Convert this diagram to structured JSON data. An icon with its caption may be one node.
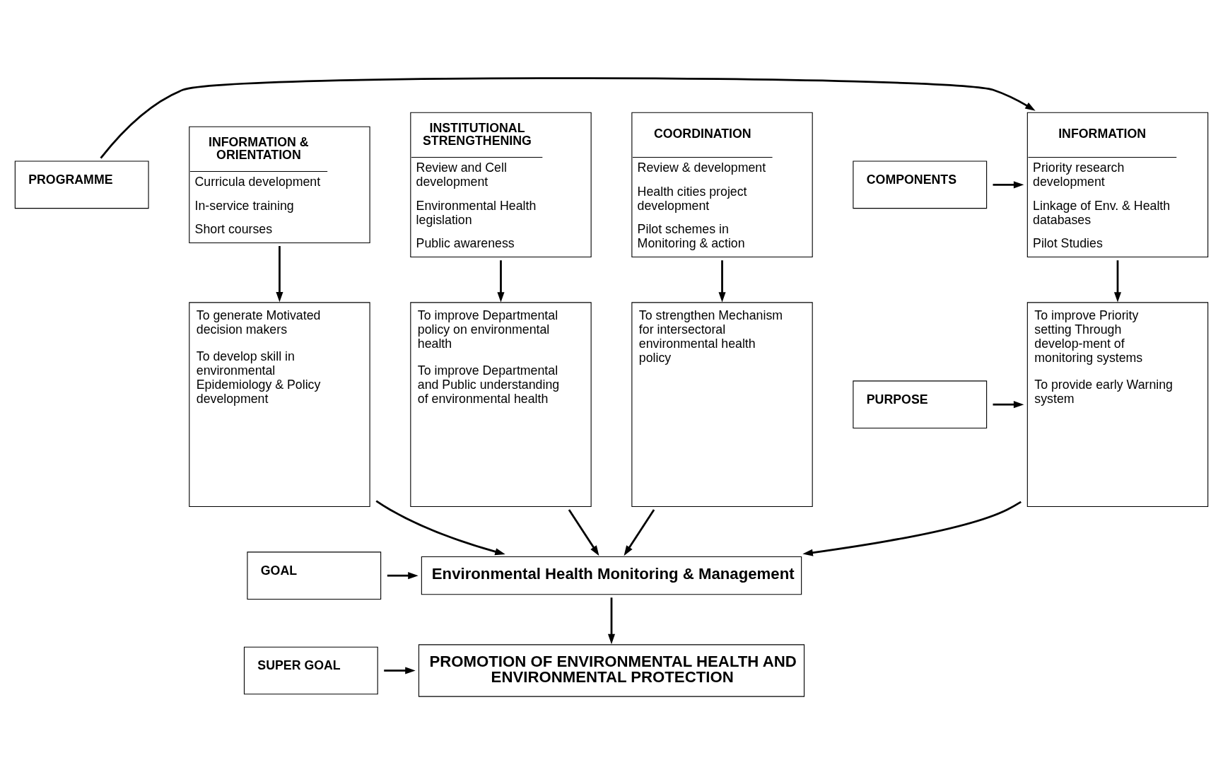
{
  "diagram": {
    "nodes": [
      {
        "text": [
          "PROGRAMME"
        ]
      },
      {
        "text": [
          "COMPONENTS"
        ]
      },
      {
        "text": [
          "PURPOSE"
        ]
      },
      {
        "text": [
          "GOAL"
        ]
      },
      {
        "text": [
          "SUPER GOAL"
        ]
      },
      {
        "text": [
          "INFORMATION",
          "Priority research development",
          "Linkage of Env. & Health databases",
          "Pilot Studies"
        ]
      },
      {
        "text": [
          "INFORMATION & ORIENTATION",
          "Curricula development",
          "In-service training",
          "Short courses"
        ]
      },
      {
        "text": [
          "INSTITUTIONAL STRENGTHENING",
          "Review and Cell development",
          "Environmental Health legislation",
          "Public awareness"
        ]
      },
      {
        "text": [
          "COORDINATION",
          "Review & development",
          "Health cities project development",
          "Pilot schemes in Monitoring & action"
        ]
      },
      {
        "text": [
          "To improve Priority setting Through develop-ment of monitoring systems",
          "To provide early Warning system"
        ]
      },
      {
        "text": [
          "To generate Motivated decision makers",
          "To develop skill in environmental Epidemiology & Policy development"
        ]
      },
      {
        "text": [
          "To improve Departmental policy on environmental health",
          "To improve Departmental and Public understanding of environmental health"
        ]
      },
      {
        "text": [
          "To strengthen Mechanism for intersectoral environmental health policy"
        ]
      },
      {
        "text": [
          "Environmental Health Monitoring & Management"
        ]
      },
      {
        "text": [
          "PROMOTION OF ENVIRONMENTAL HEALTH AND ENVIRONMENTAL PROTECTION"
        ]
      }
    ],
    "edges": [
      {
        "from": 0,
        "to": 5,
        "arrow": "to"
      },
      {
        "from": 1,
        "to": 5,
        "arrow": "to"
      },
      {
        "from": 5,
        "to": 9,
        "arrow": "to"
      },
      {
        "from": 6,
        "to": 10,
        "arrow": "to"
      },
      {
        "from": 7,
        "to": 11,
        "arrow": "to"
      },
      {
        "from": 8,
        "to": 12,
        "arrow": "to"
      },
      {
        "from": 2,
        "to": 9,
        "arrow": "to"
      },
      {
        "from": 9,
        "to": 13,
        "arrow": "to"
      },
      {
        "from": 10,
        "to": 13,
        "arrow": "to"
      },
      {
        "from": 11,
        "to": 13,
        "arrow": "to"
      },
      {
        "from": 12,
        "to": 13,
        "arrow": "to"
      },
      {
        "from": 3,
        "to": 13,
        "arrow": "to"
      },
      {
        "from": 13,
        "to": 14,
        "arrow": "to"
      },
      {
        "from": 4,
        "to": 14,
        "arrow": "to"
      }
    ]
  }
}
